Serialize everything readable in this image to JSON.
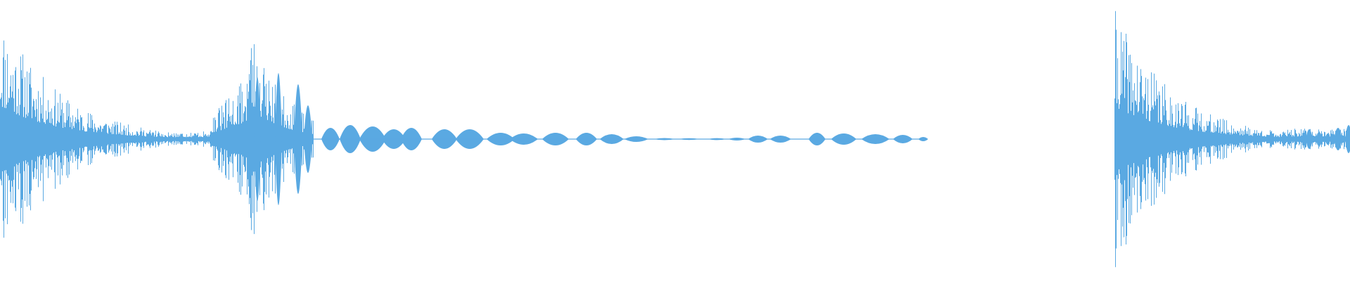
{
  "waveform": {
    "color": "#5aa9e2",
    "background": "#ffffff",
    "segments": [
      {
        "type": "transient",
        "decay": 0.012,
        "density": 1.0,
        "seed": 11
      },
      {
        "type": "bubble_train"
      },
      {
        "type": "transient",
        "decay": 0.02,
        "density": 1.0,
        "seed": 23
      }
    ]
  }
}
